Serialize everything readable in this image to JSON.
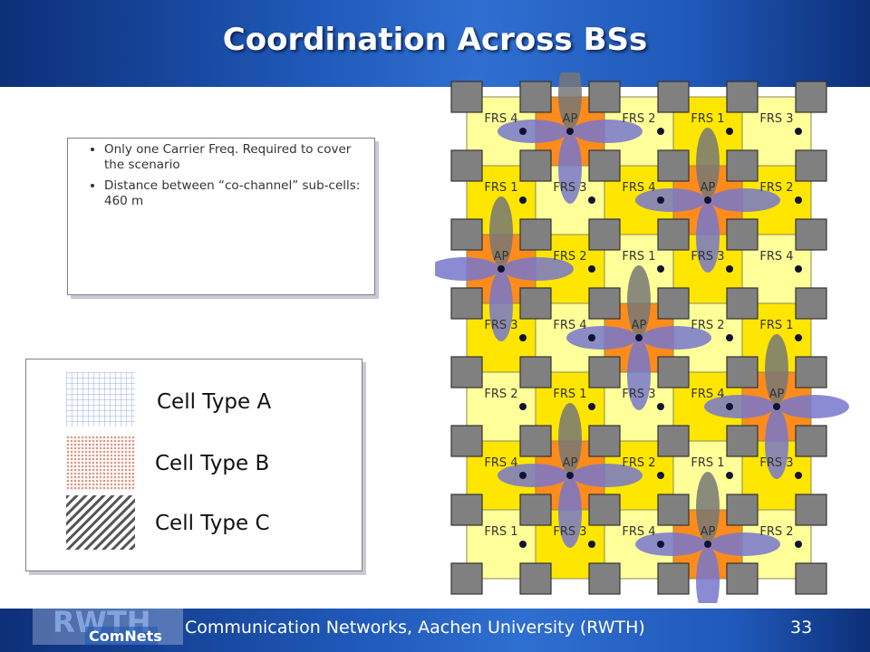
{
  "title": "Coordination Across BSs",
  "bullets": [
    "Only one Carrier Freq. Required to cover the scenario",
    "Distance between “co-channel” sub-cells: 460 m"
  ],
  "legend": [
    {
      "label": "Cell Type A",
      "pattern": "grid"
    },
    {
      "label": "Cell Type B",
      "pattern": "dots"
    },
    {
      "label": "Cell Type C",
      "pattern": "hatch"
    }
  ],
  "footer": {
    "text": "Communication Networks, Aachen University (RWTH)",
    "page": "33",
    "logo_top": "RWTH",
    "logo_bottom": "ComNets"
  },
  "colors": {
    "header_blue": "#1f58b8",
    "ap_orange": "#ff8c1a",
    "cell_yellow": "#ffe600",
    "cell_light": "#ffff99",
    "lobe_purple": "#7777cc",
    "lobe_gray": "#777777",
    "antenna_gray": "#808080"
  },
  "diagram": {
    "rows": [
      [
        "FRS 4",
        "AP",
        "FRS 2",
        "FRS 1",
        "FRS 3"
      ],
      [
        "FRS 1",
        "FRS 3",
        "FRS 4",
        "AP",
        "FRS 2"
      ],
      [
        "AP",
        "FRS 2",
        "FRS 1",
        "FRS 3",
        "FRS 4"
      ],
      [
        "FRS 3",
        "FRS 4",
        "AP",
        "FRS 2",
        "FRS 1"
      ],
      [
        "FRS 2",
        "FRS 1",
        "FRS 3",
        "FRS 4",
        "AP"
      ],
      [
        "FRS 4",
        "AP",
        "FRS 2",
        "FRS 1",
        "FRS 3"
      ],
      [
        "FRS 1",
        "FRS 3",
        "FRS 4",
        "AP",
        "FRS 2"
      ]
    ]
  }
}
